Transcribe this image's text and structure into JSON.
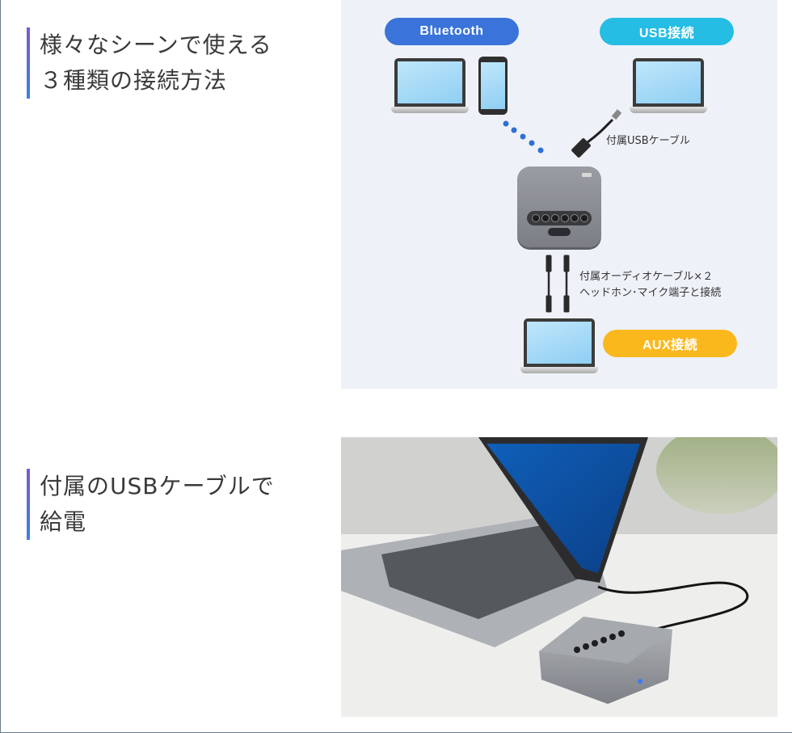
{
  "section1": {
    "heading_line1": "様々なシーンで使える",
    "heading_line2": "３種類の接続方法"
  },
  "diagram": {
    "pills": {
      "bluetooth": "Bluetooth",
      "usb": "USB接続",
      "aux": "AUX接続"
    },
    "captions": {
      "usb_cable": "付属USBケーブル",
      "audio_cable_line1": "付属オーディオケーブル×２",
      "audio_cable_line2": "ヘッドホン･マイク端子と接続"
    },
    "colors": {
      "bluetooth": "#3a73d9",
      "usb": "#25bde4",
      "aux": "#fbb81d",
      "dots": "#2f6fd6"
    }
  },
  "section2": {
    "heading_line1": "付属のUSBケーブルで",
    "heading_line2": "給電"
  }
}
